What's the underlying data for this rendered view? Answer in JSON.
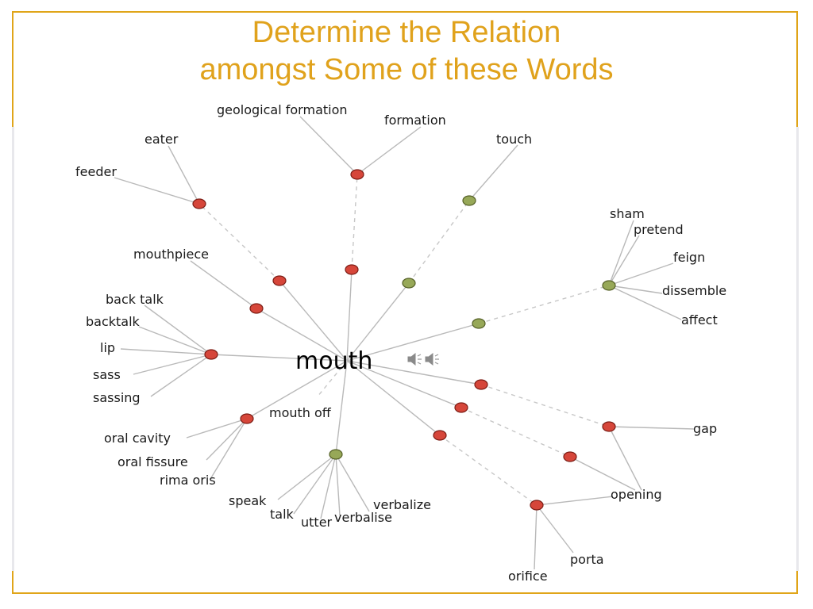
{
  "title": {
    "line1": "Determine the Relation",
    "line2": "amongst Some of these Words"
  },
  "graph": {
    "center": "mouth",
    "words": {
      "geological_formation": "geological formation",
      "formation": "formation",
      "eater": "eater",
      "feeder": "feeder",
      "touch": "touch",
      "sham": "sham",
      "pretend": "pretend",
      "feign": "feign",
      "dissemble": "dissemble",
      "affect": "affect",
      "mouthpiece": "mouthpiece",
      "back_talk": "back talk",
      "backtalk": "backtalk",
      "lip": "lip",
      "sass": "sass",
      "sassing": "sassing",
      "mouth_off": "mouth off",
      "oral_cavity": "oral cavity",
      "oral_fissure": "oral fissure",
      "rima_oris": "rima oris",
      "speak": "speak",
      "talk": "talk",
      "utter": "utter",
      "verbalize": "verbalize",
      "verbalise": "verbalise",
      "gap": "gap",
      "opening": "opening",
      "porta": "porta",
      "orifice": "orifice"
    },
    "colors": {
      "noun_node": "#d6463a",
      "verb_node": "#97a858",
      "title": "#e0a21c",
      "frame": "#e0a519"
    },
    "icons": [
      "speaker-icon"
    ]
  }
}
